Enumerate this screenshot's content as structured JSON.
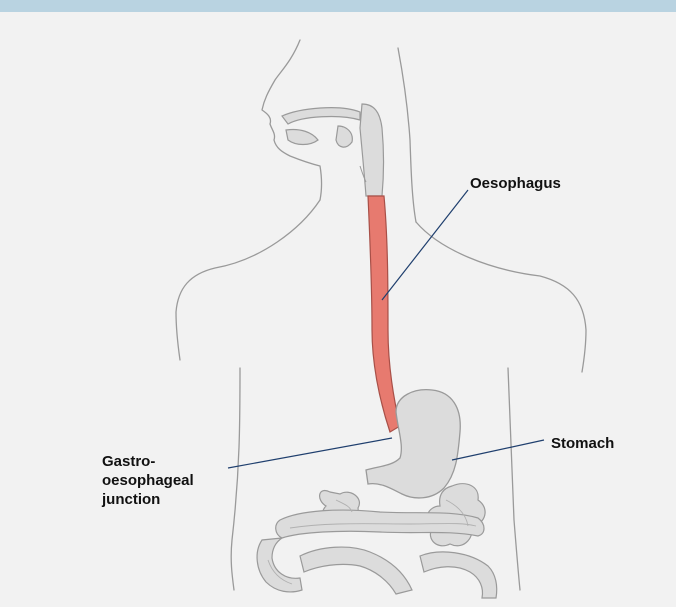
{
  "labels": {
    "oesophagus": "Oesophagus",
    "stomach": "Stomach",
    "gej_line1": "Gastro-",
    "gej_line2": "oesophageal",
    "gej_line3": "junction"
  },
  "colors": {
    "background": "#f2f2f2",
    "header_band": "#b9d3e1",
    "outline": "#9a9a9a",
    "oesophagus_fill": "#e77a6f",
    "organ_fill": "#dcdcdc",
    "leader_line": "#1f3f6e"
  }
}
